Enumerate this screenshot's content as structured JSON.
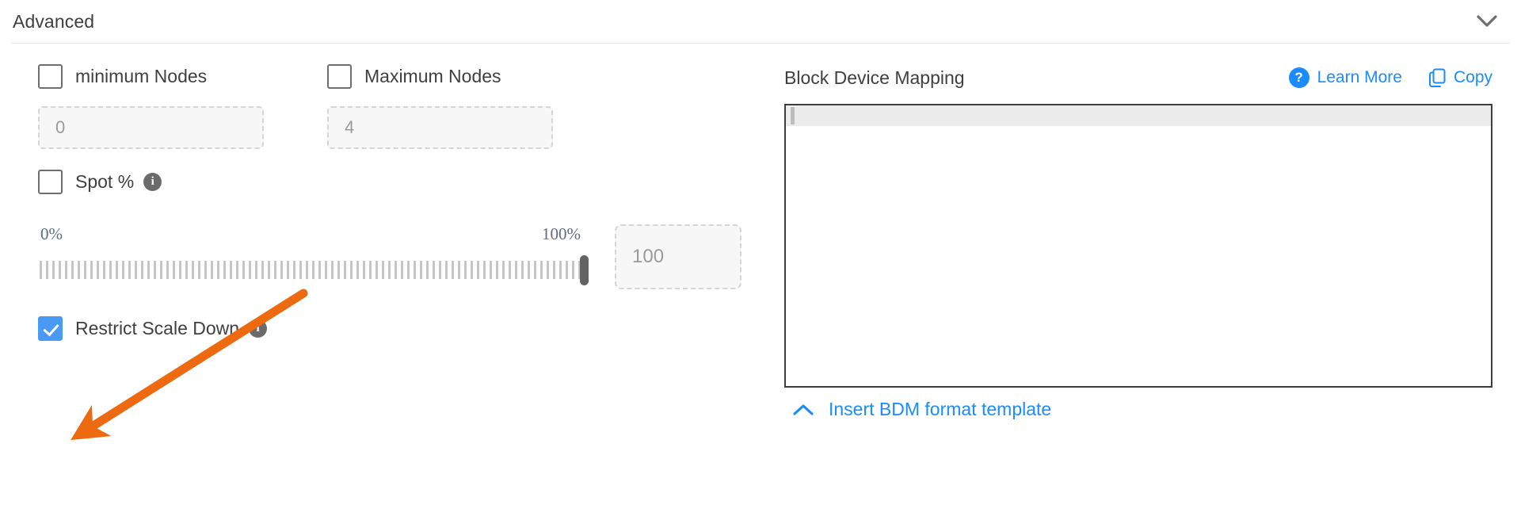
{
  "section": {
    "title": "Advanced",
    "collapse_icon": "chevron-down-icon"
  },
  "left": {
    "min_nodes": {
      "checkbox_checked": false,
      "label": "minimum Nodes",
      "input_value": "0",
      "input_disabled": true
    },
    "max_nodes": {
      "checkbox_checked": false,
      "label": "Maximum Nodes",
      "input_value": "4",
      "input_disabled": true
    },
    "spot": {
      "checkbox_checked": false,
      "label": "Spot %",
      "info_icon": "info-icon",
      "info_glyph": "i"
    },
    "slider": {
      "min_label": "0%",
      "max_label": "100%",
      "value": "100",
      "percent": 100
    },
    "restrict_scale_down": {
      "checkbox_checked": true,
      "label": "Restrict Scale Down",
      "info_icon": "info-icon",
      "info_glyph": "i"
    }
  },
  "right": {
    "title": "Block Device Mapping",
    "help_icon": "question-mark-icon",
    "help_glyph": "?",
    "learn_more_label": "Learn More",
    "copy_icon": "copy-icon",
    "copy_label": "Copy",
    "editor_content": "",
    "footer_icon": "chevron-up-icon",
    "footer_label": "Insert BDM format template"
  },
  "colors": {
    "link_blue": "#1a8cff",
    "checkbox_blue": "#4a9af5",
    "scale_label": "#5b6a87",
    "annotation_orange": "#ed6a10"
  },
  "annotation": {
    "type": "arrow",
    "points_to": "restrict-scale-down-checkbox"
  }
}
